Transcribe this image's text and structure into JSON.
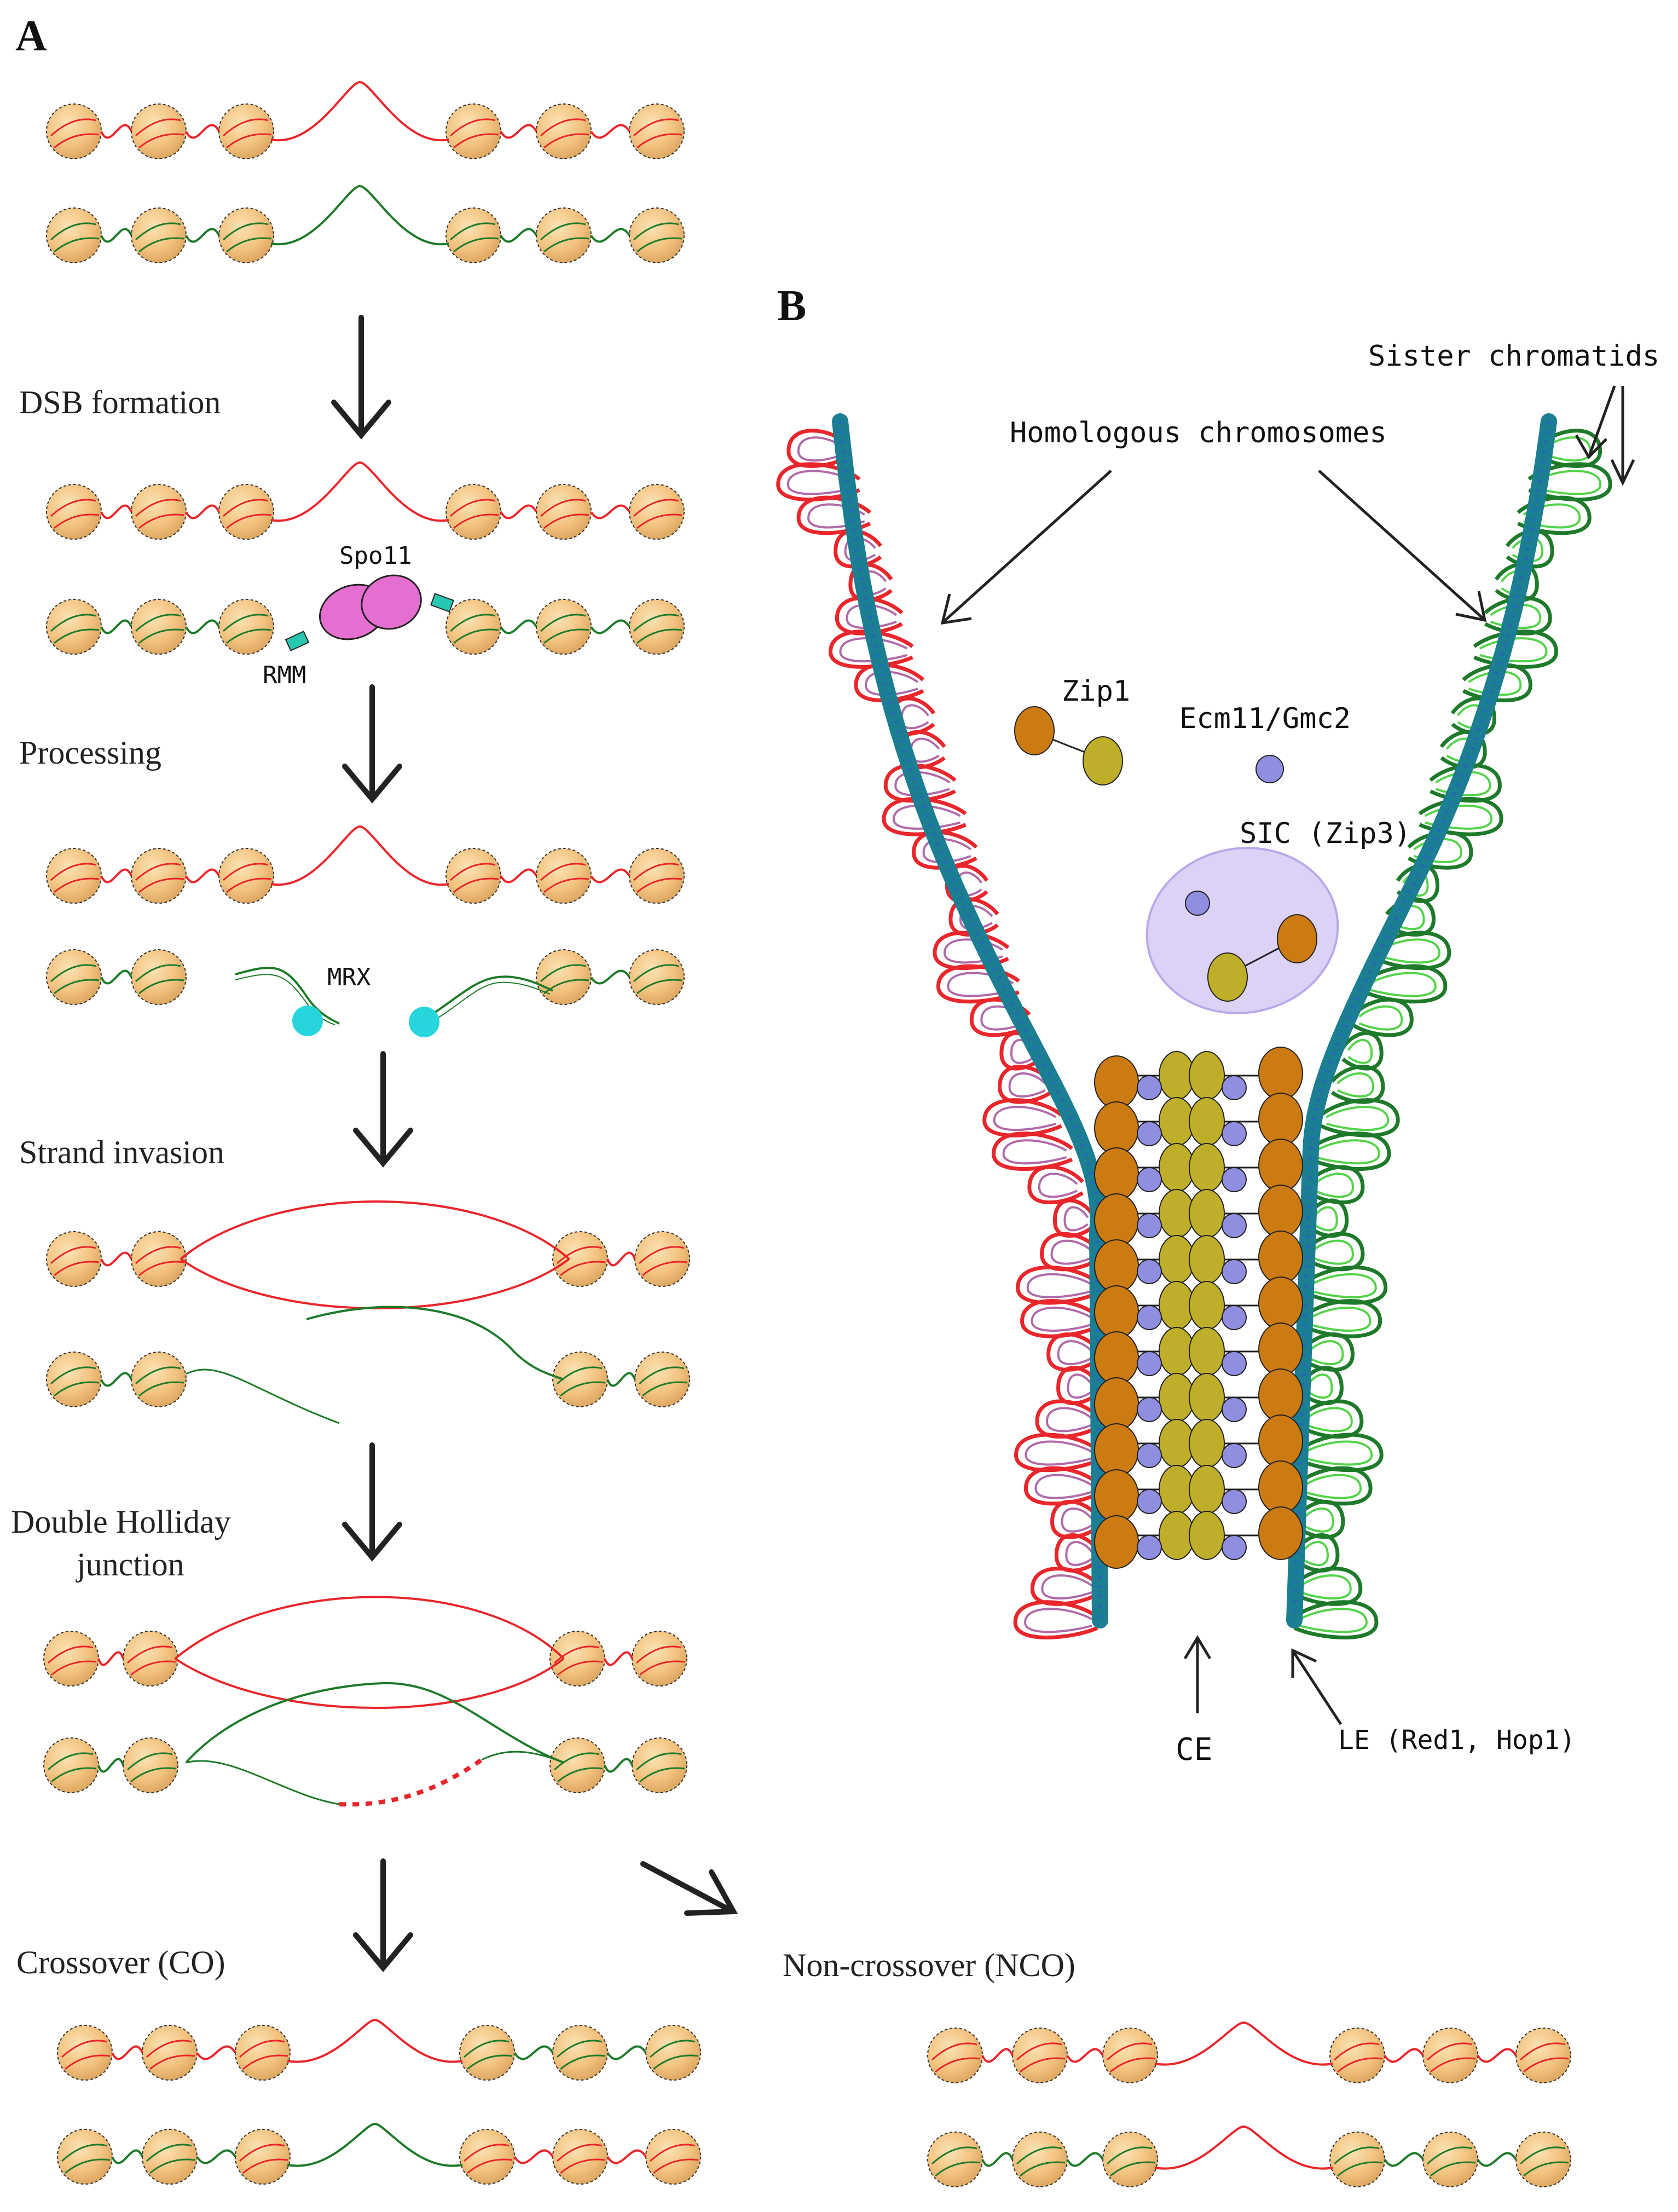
{
  "panel_a": {
    "letter": "A",
    "steps": {
      "dsb": "DSB formation",
      "processing": "Processing",
      "invasion": "Strand invasion",
      "dhj_line1": "Double Holliday",
      "dhj_line2": "junction",
      "co": "Crossover (CO)",
      "nco": "Non-crossover (NCO)"
    },
    "proteins": {
      "spo11": "Spo11",
      "rmm": "RMM",
      "mrx": "MRX"
    }
  },
  "panel_b": {
    "letter": "B",
    "labels": {
      "sister": "Sister chromatids",
      "homologs": "Homologous chromosomes",
      "zip1": "Zip1",
      "ecm": "Ecm11/Gmc2",
      "sic": "SIC (Zip3)",
      "ce": "CE",
      "le": "LE (Red1, Hop1)"
    }
  },
  "colors": {
    "red_chromosome": "#e8262b",
    "green_chromosome": "#1e7a2a",
    "nucleosome": "#f3c98a",
    "spo11": "#e56fd0",
    "mrx": "#27d6dc",
    "axis": "#1b7e92",
    "zip1_orange": "#cc7a12",
    "zip1_olive": "#bfae2a",
    "ecm_blue": "#8f8ee0",
    "sic_bubble": "#dcd2f5"
  }
}
